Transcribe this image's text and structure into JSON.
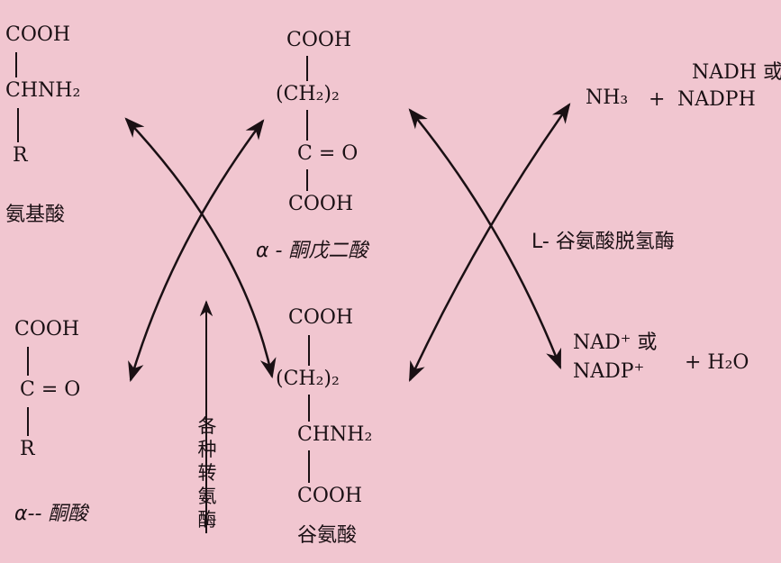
{
  "amino_acid": {
    "cooh": "COOH",
    "chnh2": "CHNH₂",
    "r": "R",
    "name": "氨基酸"
  },
  "keto_acid": {
    "cooh": "COOH",
    "co": "C = O",
    "r": "R",
    "name": "α-- 酮酸"
  },
  "alpha_ketoglutarate": {
    "cooh_top": "COOH",
    "ch2": "(CH₂)₂",
    "co": "C = O",
    "cooh_bottom": "COOH",
    "name": "α - 酮戊二酸"
  },
  "glutamate": {
    "cooh_top": "COOH",
    "ch2": "(CH₂)₂",
    "chnh2": "CHNH₂",
    "cooh_bottom": "COOH",
    "name": "谷氨酸"
  },
  "transaminase": [
    "各",
    "种",
    "转",
    "氨",
    "酶"
  ],
  "right_top": {
    "nh3": "NH₃",
    "plus": "+",
    "nadh": "NADH 或",
    "nadph": "NADPH"
  },
  "enzyme": "L- 谷氨酸脱氢酶",
  "right_bottom": {
    "nad": "NAD⁺ 或",
    "nadp": "NADP⁺",
    "h2o": "+ H₂O"
  }
}
